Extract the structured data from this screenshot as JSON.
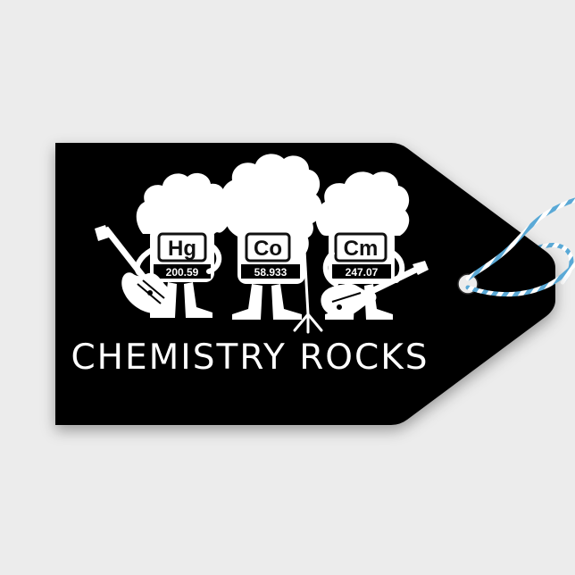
{
  "caption": "CHEMISTRY ROCKS",
  "elements": [
    {
      "symbol": "Hg",
      "weight": "200.59"
    },
    {
      "symbol": "Co",
      "weight": "58.933"
    },
    {
      "symbol": "Cm",
      "weight": "247.07"
    }
  ],
  "colors": {
    "tag": "#000000",
    "ink": "#ffffff",
    "background": "#ececec",
    "string_light": "#9fd3ea",
    "string_dark": "#3c8fc4"
  }
}
